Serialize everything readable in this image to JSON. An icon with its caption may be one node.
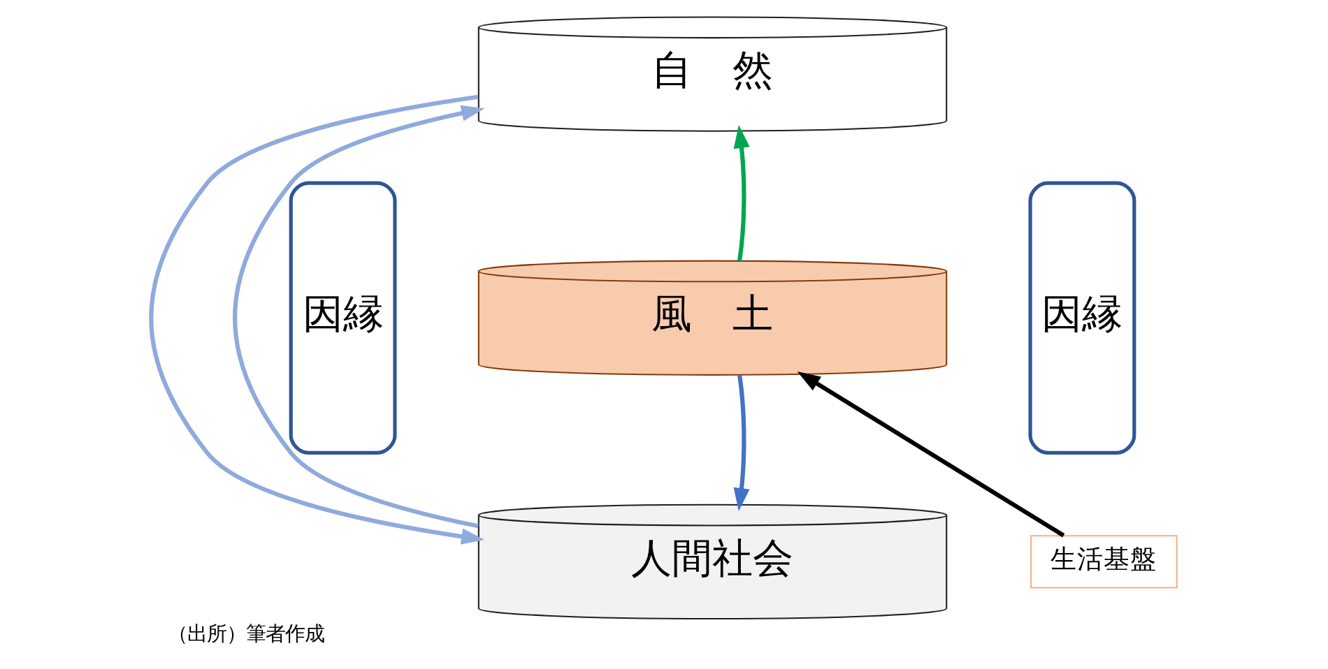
{
  "diagram": {
    "caption": "（出所）筆者作成",
    "nodes": [
      {
        "text": [
          "自　然"
        ]
      },
      {
        "text": [
          "風　土"
        ]
      },
      {
        "text": [
          "人間社会"
        ]
      },
      {
        "text": [
          "因縁"
        ]
      },
      {
        "text": [
          "因縁"
        ]
      },
      {
        "text": [
          "生活基盤"
        ]
      }
    ],
    "edges": [
      {
        "from": 1,
        "to": 0,
        "arrow": "to",
        "color": "#00a651"
      },
      {
        "from": 1,
        "to": 2,
        "arrow": "to",
        "color": "#4472c4"
      },
      {
        "from": 0,
        "to": 2,
        "arrow": "to",
        "color": "#8faadc"
      },
      {
        "from": 2,
        "to": 0,
        "arrow": "to",
        "color": "#8faadc"
      },
      {
        "from": 5,
        "to": 1,
        "arrow": "to",
        "color": "#000000"
      }
    ]
  }
}
